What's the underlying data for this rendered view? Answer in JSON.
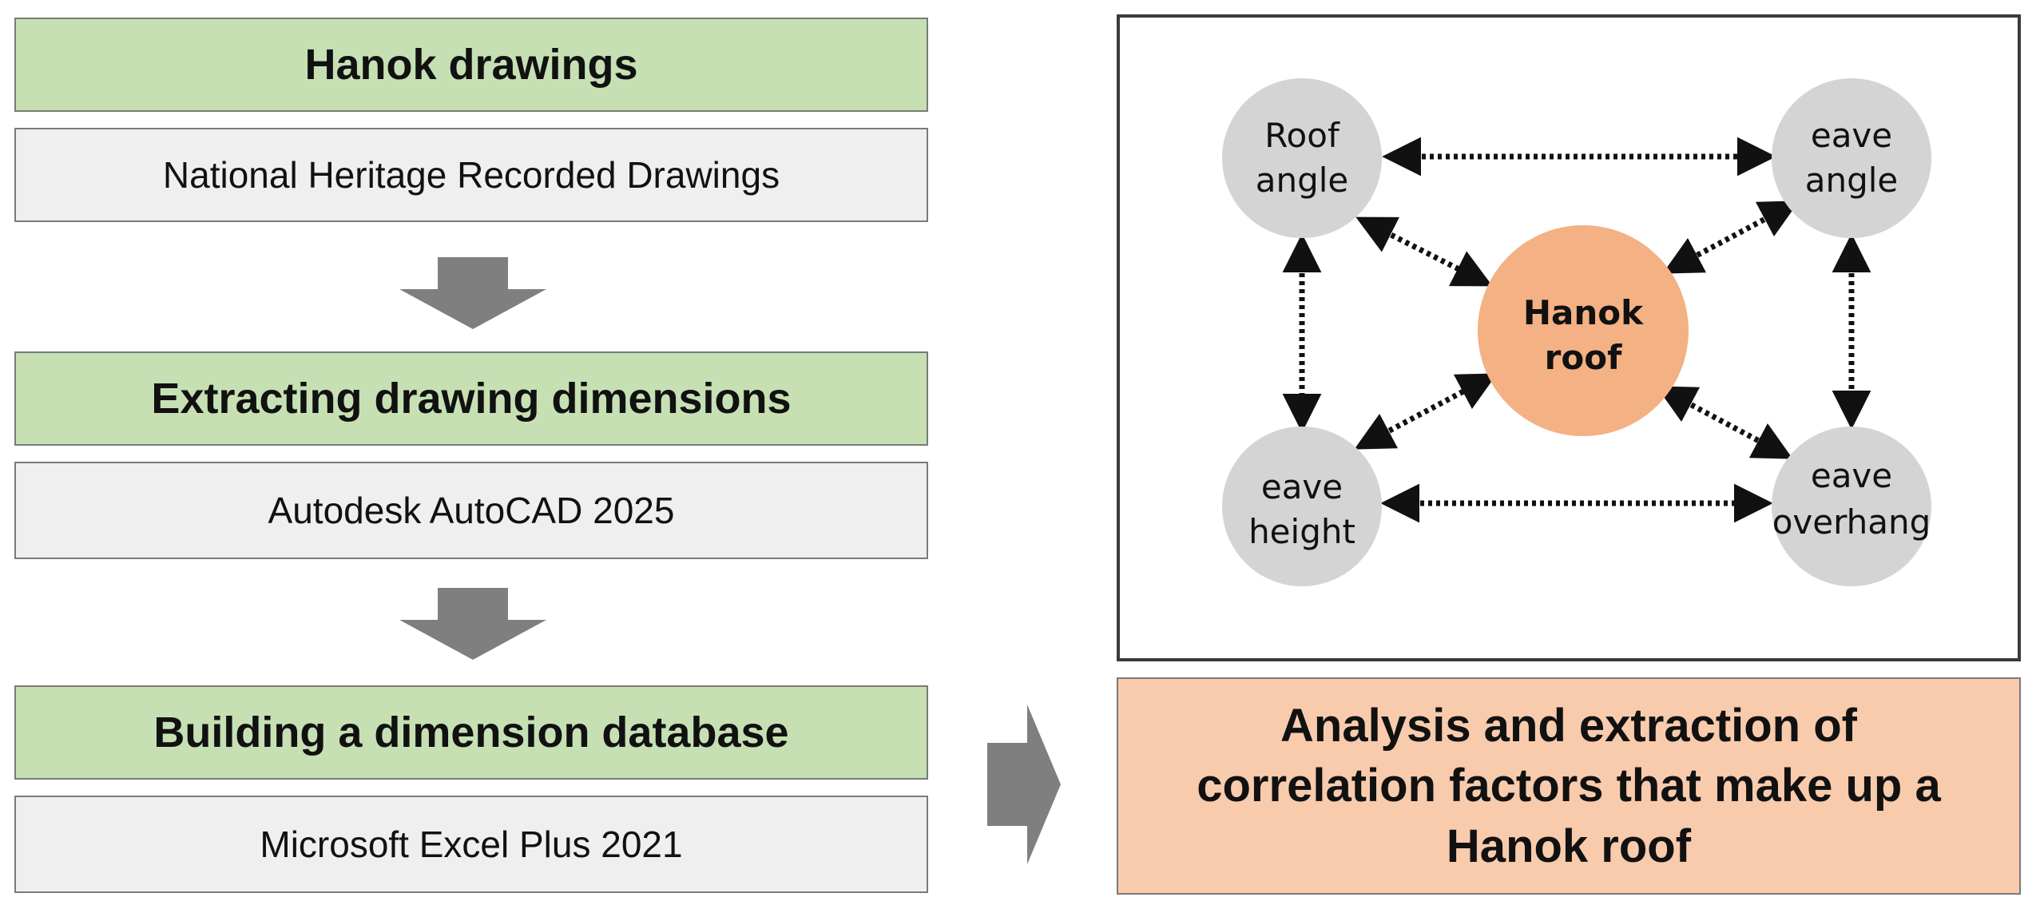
{
  "steps": [
    {
      "title": "Hanok drawings",
      "tool": "National Heritage Recorded Drawings"
    },
    {
      "title": "Extracting drawing dimensions",
      "tool": "Autodesk AutoCAD 2025"
    },
    {
      "title": "Building a dimension database",
      "tool": "Microsoft Excel Plus 2021"
    }
  ],
  "network": {
    "center": [
      "Hanok",
      "roof"
    ],
    "nodes": {
      "roof_angle": [
        "Roof",
        "angle"
      ],
      "eave_angle": [
        "eave",
        "angle"
      ],
      "eave_height": [
        "eave",
        "height"
      ],
      "eave_overhang": [
        "eave",
        "overhang"
      ]
    }
  },
  "result": {
    "lines": [
      "Analysis and extraction of",
      "correlation factors that make up a",
      "Hanok roof"
    ]
  },
  "colors": {
    "step_title_fill": "#c6e0b4",
    "step_tool_fill": "#efefef",
    "node_fill": "#d4d4d4",
    "center_fill": "#f4b183",
    "result_fill": "#f8cbad",
    "arrow_fill": "#7f7f7f"
  }
}
